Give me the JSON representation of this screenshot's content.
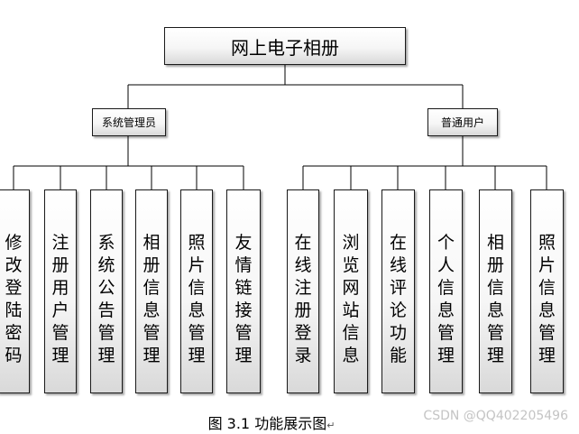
{
  "diagram": {
    "root": "网上电子相册",
    "groups": [
      {
        "label": "系统管理员",
        "children": [
          "修改登陆密码",
          "注册用户管理",
          "系统公告管理",
          "相册信息管理",
          "照片信息管理",
          "友情链接管理"
        ]
      },
      {
        "label": "普通用户",
        "children": [
          "在线注册登录",
          "浏览网站信息",
          "在线评论功能",
          "个人信息管理",
          "相册信息管理",
          "照片信息管理"
        ]
      }
    ]
  },
  "caption": {
    "text": "图 3.1 功能展示图",
    "return_mark": "↵"
  },
  "watermark": "CSDN @QQ402205496"
}
